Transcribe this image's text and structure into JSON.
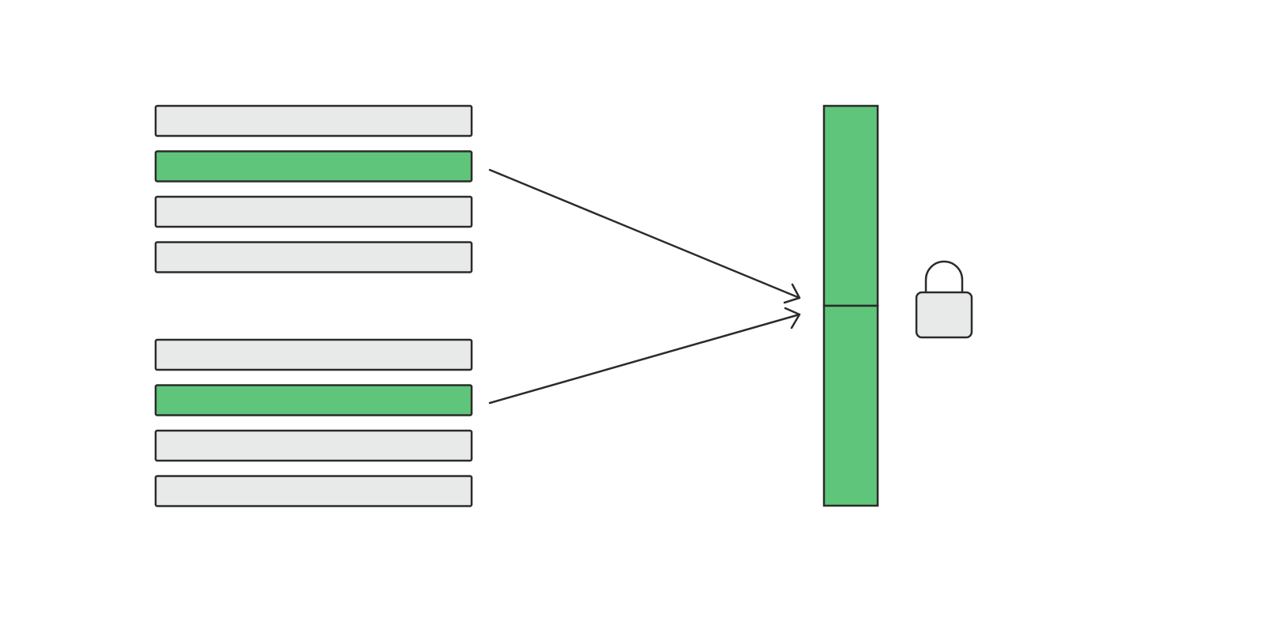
{
  "colors": {
    "background": "#ffffff",
    "outline": "#2b2b2b",
    "empty_fill": "#e8eaea",
    "selected_fill": "#5fc57a",
    "lock_fill": "#e8eaea"
  },
  "groups": [
    {
      "name": "group-top",
      "rows": [
        {
          "selected": false
        },
        {
          "selected": true
        },
        {
          "selected": false
        },
        {
          "selected": false
        }
      ]
    },
    {
      "name": "group-bottom",
      "rows": [
        {
          "selected": false
        },
        {
          "selected": true
        },
        {
          "selected": false
        },
        {
          "selected": false
        }
      ]
    }
  ],
  "combined_column": {
    "segments": 2,
    "fill": "selected"
  },
  "icons": {
    "lock": "lock-icon",
    "arrow": "arrow-icon"
  }
}
